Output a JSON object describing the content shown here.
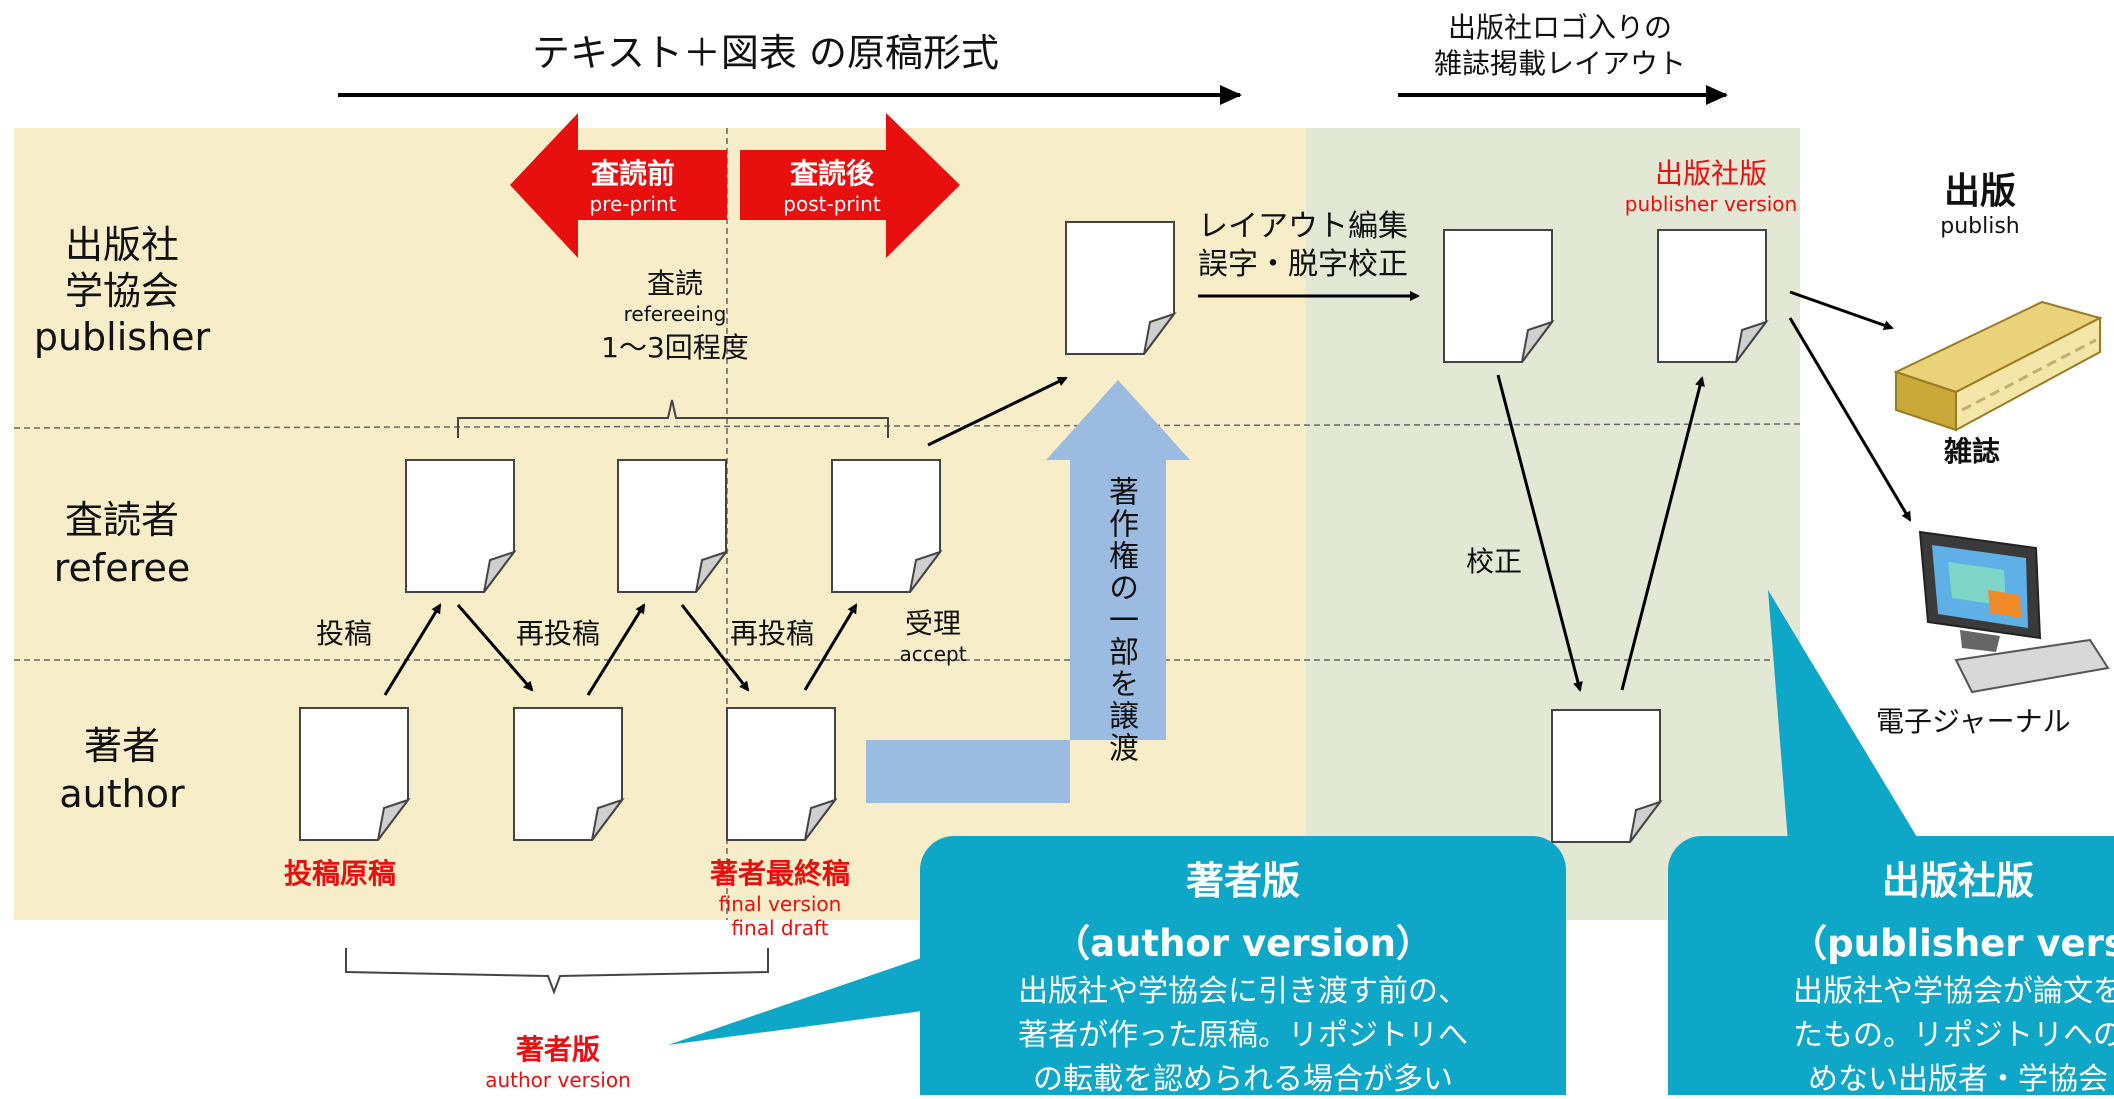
{
  "header": {
    "flow_left": "テキスト＋図表 の原稿形式",
    "flow_right_line1": "出版社ロゴ入りの",
    "flow_right_line2": "雑誌掲載レイアウト"
  },
  "rows": {
    "publisher": [
      "出版社",
      "学協会",
      "publisher"
    ],
    "referee": [
      "査読者",
      "referee"
    ],
    "author": [
      "著者",
      "author"
    ]
  },
  "tags": {
    "pre_ja": "査読前",
    "pre_en": "pre-print",
    "post_ja": "査読後",
    "post_en": "post-print"
  },
  "refereeing": {
    "ja": "査読",
    "en": "refereeing",
    "times": "1〜3回程度"
  },
  "steps": {
    "submit": "投稿",
    "resubmit1": "再投稿",
    "resubmit2": "再投稿",
    "accept_ja": "受理",
    "accept_en": "accept"
  },
  "copyright": "著作権の一部を譲渡",
  "layout_edit": {
    "line1": "レイアウト編集",
    "line2": "誤字・脱字校正"
  },
  "proof": "校正",
  "publisher_version_label": {
    "ja": "出版社版",
    "en": "publisher version"
  },
  "publish": {
    "ja": "出版",
    "en": "publish"
  },
  "outputs": {
    "journal": "雑誌",
    "ejournal": "電子ジャーナル"
  },
  "author_labels": {
    "submitted": "投稿原稿",
    "final_ja": "著者最終稿",
    "final_en1": "final version",
    "final_en2": "final draft"
  },
  "author_version_label": {
    "ja": "著者版",
    "en": "author version"
  },
  "bubble_author": {
    "title": "著者版",
    "subtitle": "（author version）",
    "line1": "出版社や学協会に引き渡す前の、",
    "line2": "著者が作った原稿。リポジトリへ",
    "line3": "の転載を認められる場合が多い"
  },
  "bubble_publisher": {
    "title": "出版社版",
    "subtitle": "（publisher vers",
    "line1": "出版社や学協会が論文を",
    "line2": "たもの。リポジトリへの",
    "line3": "めない出版者・学協会"
  },
  "colors": {
    "manuscript_bg": "#f8edc9",
    "publisher_bg": "#e3e8d4",
    "red": "#e8100f",
    "copyright_arrow": "#9bbbe1",
    "bubble": "#0ea7c8"
  }
}
